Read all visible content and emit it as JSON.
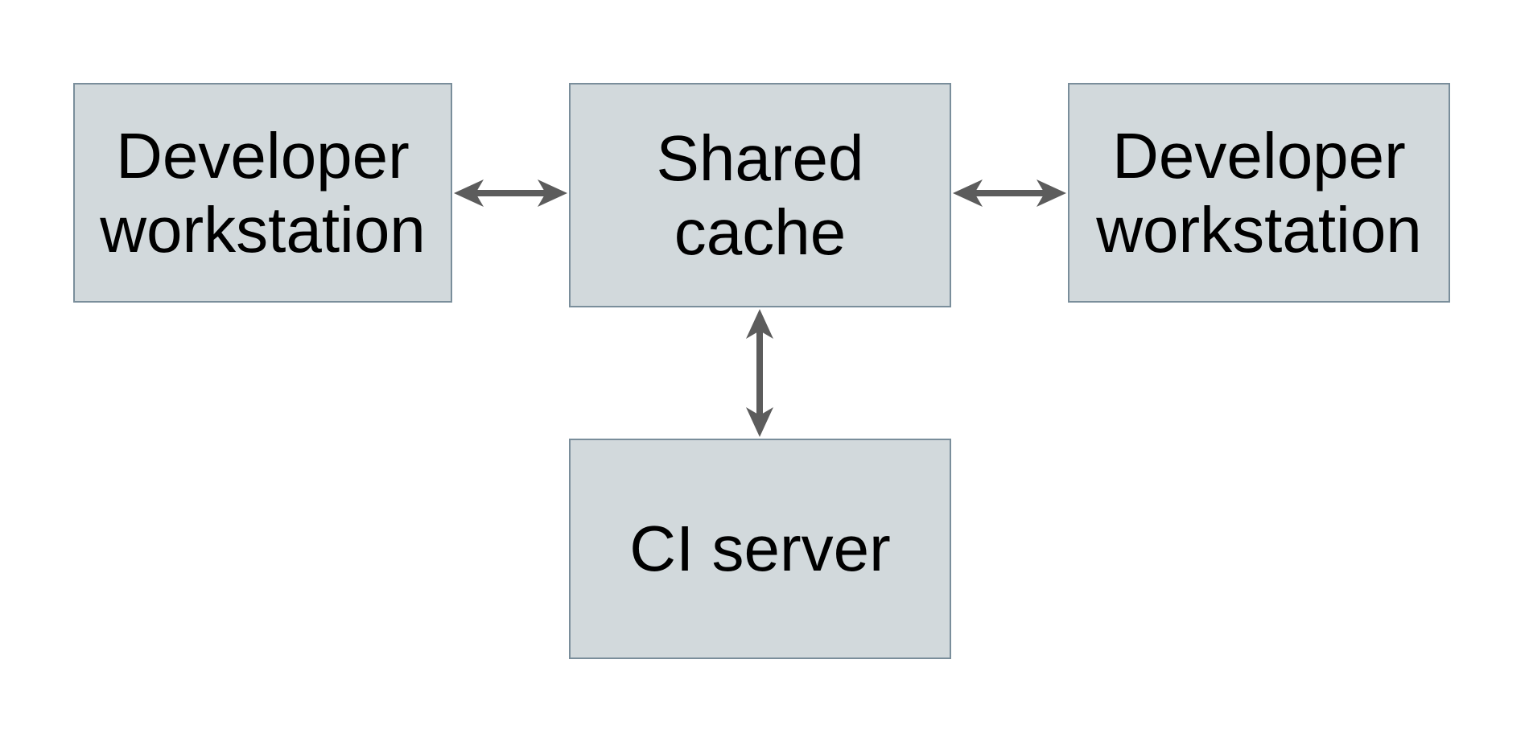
{
  "diagram": {
    "nodes": [
      {
        "id": "developer-workstation-left",
        "label": "Developer\nworkstation"
      },
      {
        "id": "shared-cache",
        "label": "Shared\ncache"
      },
      {
        "id": "developer-workstation-right",
        "label": "Developer\nworkstation"
      },
      {
        "id": "ci-server",
        "label": "CI server"
      }
    ],
    "edges": [
      {
        "from": "developer-workstation-left",
        "to": "shared-cache",
        "direction": "bidirectional"
      },
      {
        "from": "shared-cache",
        "to": "developer-workstation-right",
        "direction": "bidirectional"
      },
      {
        "from": "shared-cache",
        "to": "ci-server",
        "direction": "bidirectional"
      }
    ],
    "colors": {
      "background": "#ffffff",
      "node_fill": "#d2d9dc",
      "node_border": "#7a8e9b",
      "arrow": "#5c5c5c",
      "text": "#000000"
    }
  }
}
